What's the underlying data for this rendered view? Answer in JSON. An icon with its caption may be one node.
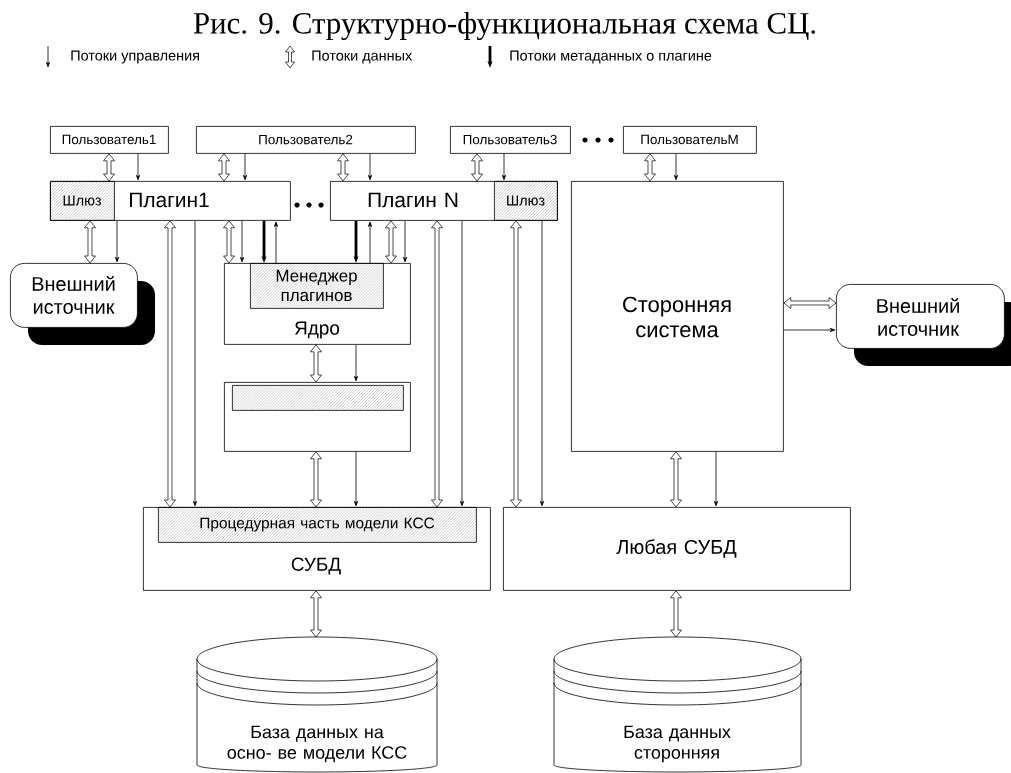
{
  "diagram": {
    "title": "Рис. 9. Структурно-функциональная схема СЦ.",
    "nodes": [
      {
        "text": [
          "Пользователь1"
        ]
      },
      {
        "text": [
          "Пользователь2"
        ]
      },
      {
        "text": [
          "Пользователь3"
        ]
      },
      {
        "text": [
          "ПользовательM"
        ]
      },
      {
        "text": [
          "Плагин1"
        ]
      },
      {
        "text": [
          "Шлюз"
        ],
        "in": 4
      },
      {
        "text": [
          "Плагин N"
        ]
      },
      {
        "text": [
          "Шлюз"
        ],
        "in": 6
      },
      {
        "text": [
          "Внешний источник"
        ]
      },
      {
        "text": [
          "Ядро"
        ]
      },
      {
        "text": [
          "Менеджер плагинов"
        ],
        "in": 9
      },
      {
        "text": [],
        "shape": "box"
      },
      {
        "text": [],
        "shape": "box",
        "in": 11
      },
      {
        "text": [
          "Сторонняя система"
        ]
      },
      {
        "text": [
          "Внешний источник"
        ]
      },
      {
        "text": [
          "СУБД"
        ]
      },
      {
        "text": [
          "Процедурная часть модели КСС"
        ],
        "in": 15
      },
      {
        "text": [
          "Любая СУБД"
        ]
      },
      {
        "text": [
          "База данных на осно- ве модели КСС"
        ]
      },
      {
        "text": [
          "База данных сторонняя"
        ]
      }
    ],
    "edges": [
      {
        "from": 0,
        "to": 4,
        "arrow": "both"
      },
      {
        "from": 0,
        "to": 4,
        "arrow": "to"
      },
      {
        "from": 1,
        "to": 4,
        "arrow": "both"
      },
      {
        "from": 1,
        "to": 4,
        "arrow": "to"
      },
      {
        "from": 1,
        "to": 6,
        "arrow": "both"
      },
      {
        "from": 1,
        "to": 6,
        "arrow": "to"
      },
      {
        "from": 2,
        "to": 6,
        "arrow": "both"
      },
      {
        "from": 2,
        "to": 7,
        "arrow": "to"
      },
      {
        "from": 3,
        "to": 13,
        "arrow": "both"
      },
      {
        "from": 3,
        "to": 13,
        "arrow": "to"
      },
      {
        "from": 4,
        "to": 8,
        "arrow": "both"
      },
      {
        "from": 4,
        "to": 8,
        "arrow": "to"
      },
      {
        "from": 4,
        "to": 15,
        "arrow": "both"
      },
      {
        "from": 4,
        "to": 15,
        "arrow": "to"
      },
      {
        "from": 4,
        "to": 9,
        "arrow": "both"
      },
      {
        "from": 4,
        "to": 9,
        "arrow": "to"
      },
      {
        "from": 4,
        "to": 10,
        "arrow": "to",
        "style": "thick"
      },
      {
        "from": 10,
        "to": 4,
        "arrow": "to"
      },
      {
        "from": 6,
        "to": 10,
        "arrow": "to",
        "style": "thick"
      },
      {
        "from": 10,
        "to": 6,
        "arrow": "to"
      },
      {
        "from": 6,
        "to": 9,
        "arrow": "both"
      },
      {
        "from": 6,
        "to": 9,
        "arrow": "to"
      },
      {
        "from": 6,
        "to": 15,
        "arrow": "both"
      },
      {
        "from": 6,
        "to": 15,
        "arrow": "to"
      },
      {
        "from": 7,
        "to": 17,
        "arrow": "both"
      },
      {
        "from": 7,
        "to": 17,
        "arrow": "to"
      },
      {
        "from": 9,
        "to": 11,
        "arrow": "both"
      },
      {
        "from": 9,
        "to": 11,
        "arrow": "to"
      },
      {
        "from": 11,
        "to": 15,
        "arrow": "both"
      },
      {
        "from": 11,
        "to": 15,
        "arrow": "to"
      },
      {
        "from": 13,
        "to": 17,
        "arrow": "both"
      },
      {
        "from": 13,
        "to": 17,
        "arrow": "to"
      },
      {
        "from": 13,
        "to": 14,
        "arrow": "both"
      },
      {
        "from": 13,
        "to": 14,
        "arrow": "to"
      },
      {
        "from": 15,
        "to": 18,
        "arrow": "both"
      },
      {
        "from": 17,
        "to": 19,
        "arrow": "both"
      }
    ],
    "legend": [
      {
        "text": "Потоки управления"
      },
      {
        "text": "Потоки данных"
      },
      {
        "text": "Потоки метаданных о плагине"
      }
    ]
  }
}
